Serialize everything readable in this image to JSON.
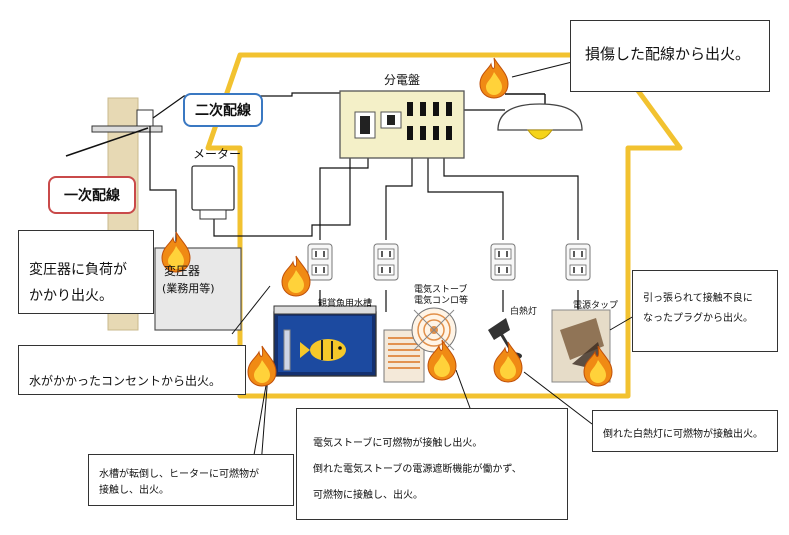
{
  "labels": {
    "panel": "分電盤",
    "meter": "メーター",
    "secondary_wiring": "二次配線",
    "primary_wiring": "一次配線",
    "transformer": "変圧器",
    "transformer_sub": "(業務用等)",
    "aquarium": "観賞魚用水槽",
    "stove_line1": "電気ストーブ",
    "stove_line2": "電気コンロ等",
    "lamp": "白熱灯",
    "power_strip": "電源タップ"
  },
  "callouts": {
    "damaged_wiring": "損傷した配線から出火。",
    "transformer_line1": "変圧器に負荷が",
    "transformer_line2": "かかり出火。",
    "outlet_water": "水がかかったコンセントから出火。",
    "plug_line1": "引っ張られて接触不良に",
    "plug_line2": "なったプラグから出火。",
    "lamp_fall": "倒れた白熱灯に可燃物が接触出火。",
    "tank_line1": "水槽が転倒し、ヒーターに可燃物が",
    "tank_line2": "接触し、出火。",
    "stove_line1": "電気ストーブに可燃物が接触し出火。",
    "stove_line2": "倒れた電気ストーブの電源遮断機能が働かず、",
    "stove_line3": "可燃物に接触し、出火。"
  },
  "colors": {
    "house_outline": "#f2c230",
    "secondary_border": "#3a78c2",
    "primary_border": "#c94a4a",
    "panel_fill": "#f4f0c8",
    "flame_outer": "#f08a14",
    "flame_inner": "#ffd23a",
    "bulb": "#f5d41a"
  },
  "icons": [
    "flame-icon",
    "outlet-icon",
    "lamp-icon",
    "heater-icon",
    "aquarium-icon",
    "utility-pole-icon"
  ]
}
